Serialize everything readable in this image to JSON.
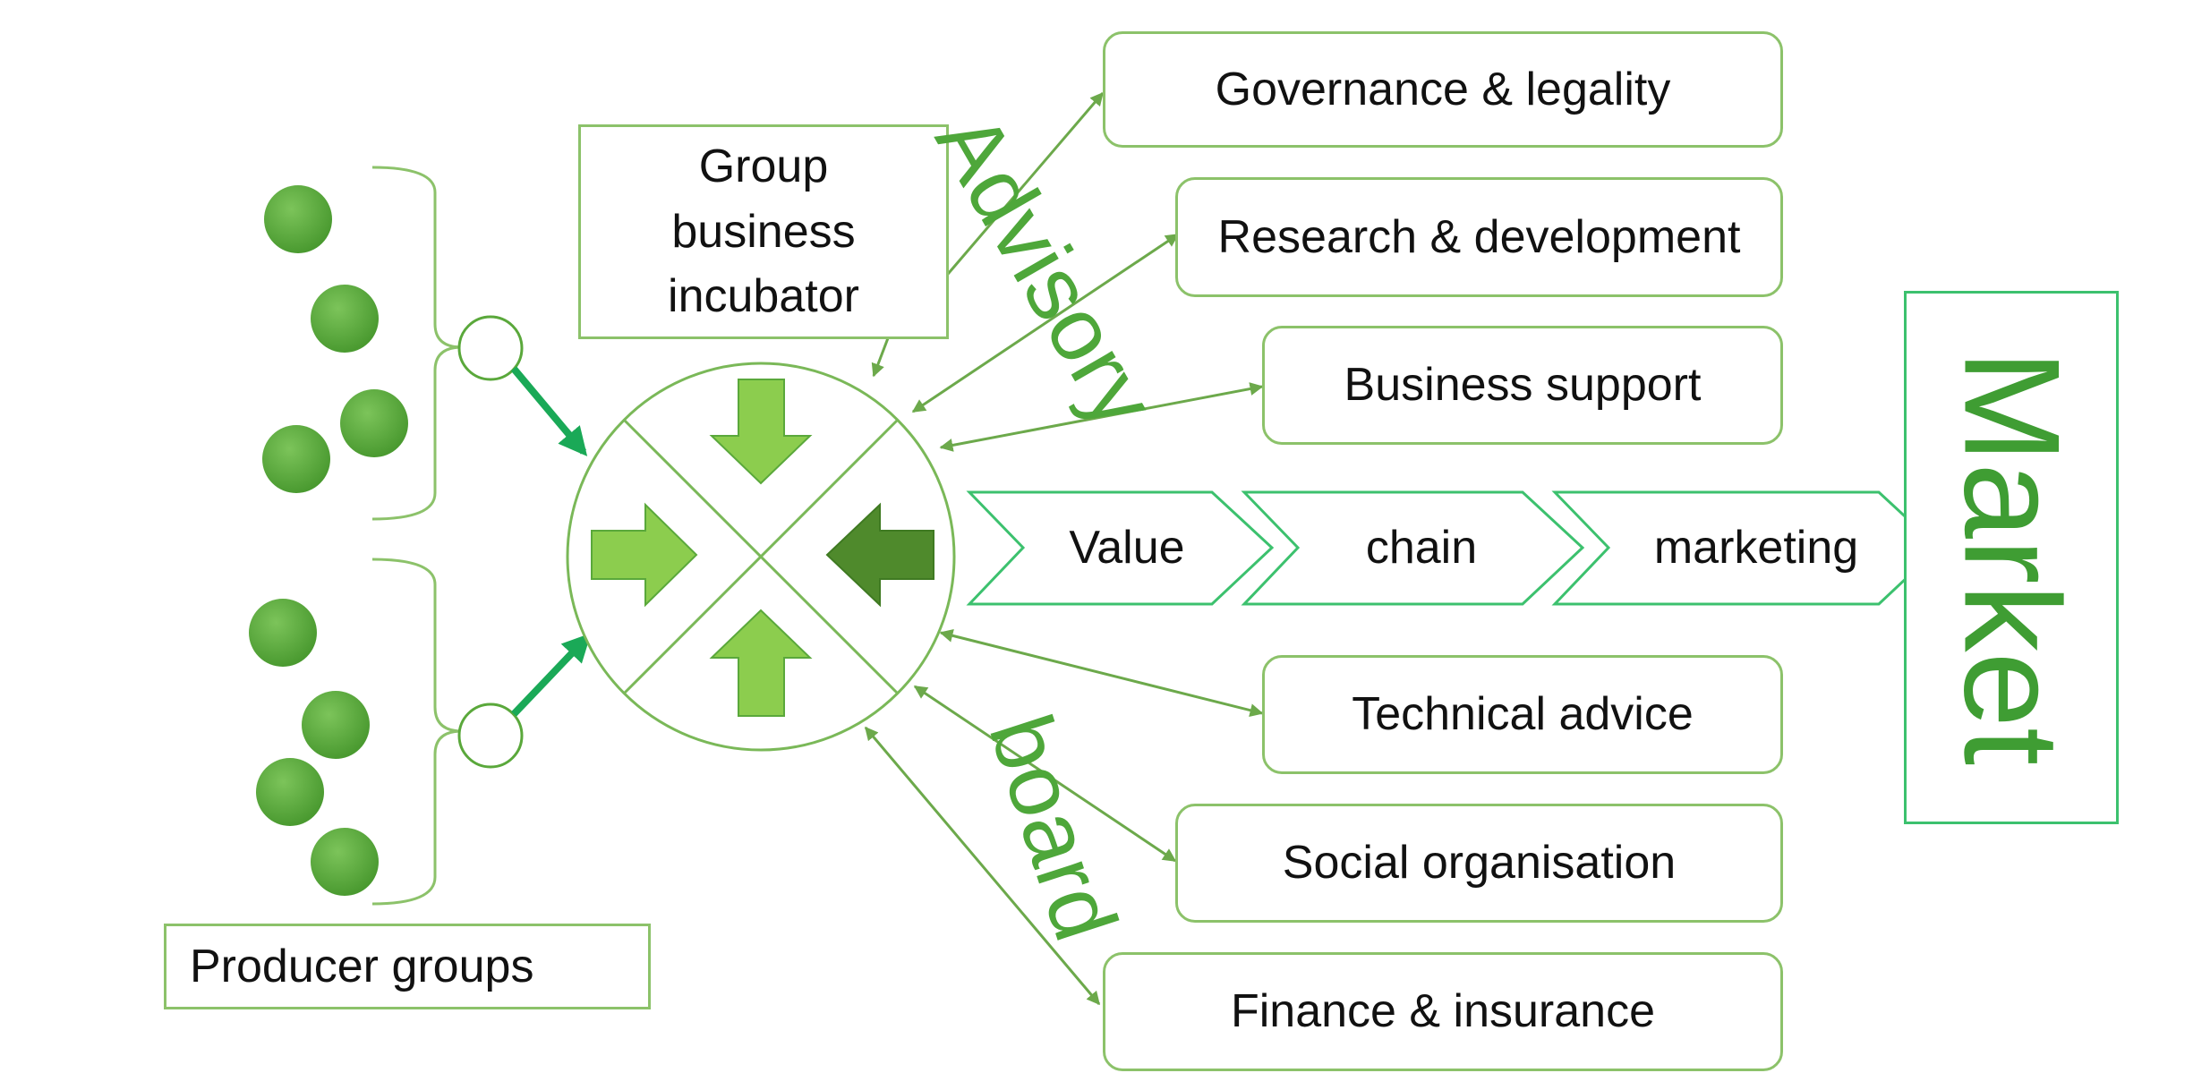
{
  "incubator_label": "Group business incubator",
  "producer_label": "Producer groups",
  "advisory_label": "Advisory",
  "board_label": "board",
  "market_label": "Market",
  "services": [
    "Governance & legality",
    "Research & development",
    "Business support",
    "Technical advice",
    "Social organisation",
    "Finance & insurance"
  ],
  "chevrons": [
    "Value",
    "chain",
    "marketing"
  ],
  "colors": {
    "outline": "#8cc26a",
    "dot_green": "#5aa83b",
    "arrow_light": "#8ccd4e",
    "arrow_dark": "#4f8a2c",
    "arrow_teal": "#1aa957",
    "connector": "#6ca94b",
    "market_border": "#3cc16e",
    "text_green": "#4ea73a"
  }
}
